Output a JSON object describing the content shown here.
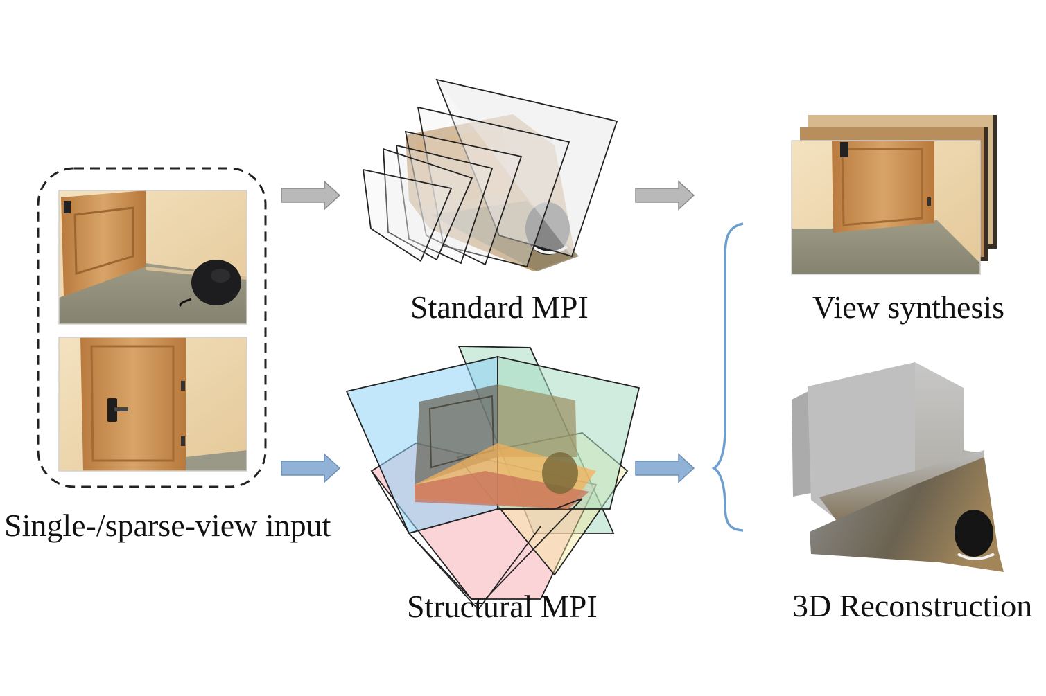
{
  "captions": {
    "input": "Single-/sparse-view input",
    "standard_mpi": "Standard MPI",
    "structural_mpi": "Structural MPI",
    "view_synthesis": "View synthesis",
    "reconstruction": "3D Reconstruction"
  },
  "colors": {
    "arrow_gray": "#b9b9b9",
    "arrow_blue": "#8fb2d6",
    "brace": "#6c9fd0",
    "plane_blue": "#8fd1f5",
    "plane_green": "#a8dcc2",
    "plane_red": "#f7b0b8",
    "plane_yellow": "#f5e9a0",
    "plane_orange": "#f3b05a",
    "wall": "#f1dcb6",
    "door": "#c98f4f",
    "floor": "#8c8a78"
  }
}
